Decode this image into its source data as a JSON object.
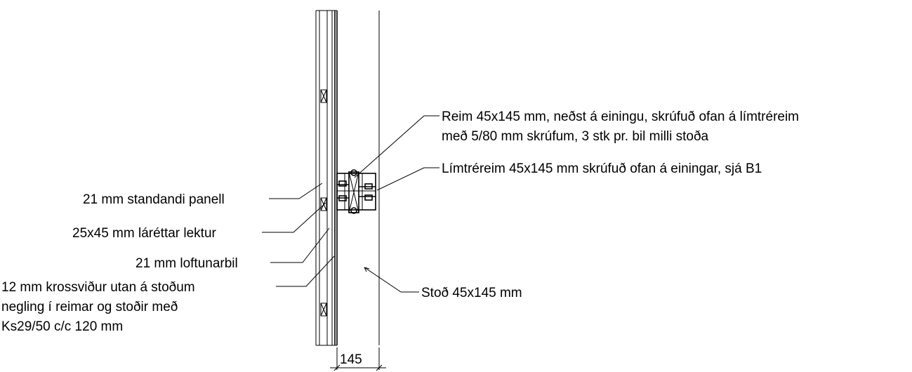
{
  "labels": {
    "panel": "21 mm standandi panell",
    "lektur": "25x45 mm láréttar lektur",
    "loftunarbil": "21 mm loftunarbil",
    "krossvidur_1": "12 mm krossviður utan á stoðum",
    "krossvidur_2": "negling í reimar og stoðir með",
    "krossvidur_3": "Ks29/50 c/c 120 mm",
    "reim_1": "Reim 45x145 mm, neðst á einingu, skrúfuð ofan á límtréreim",
    "reim_2": "með 5/80 mm skrúfum, 3 stk pr. bil milli stoða",
    "limtrereim": "Límtréreim 45x145 mm skrúfuð ofan á einingar, sjá B1",
    "stod": "Stoð 45x145 mm"
  },
  "dimension": {
    "value": "145"
  }
}
